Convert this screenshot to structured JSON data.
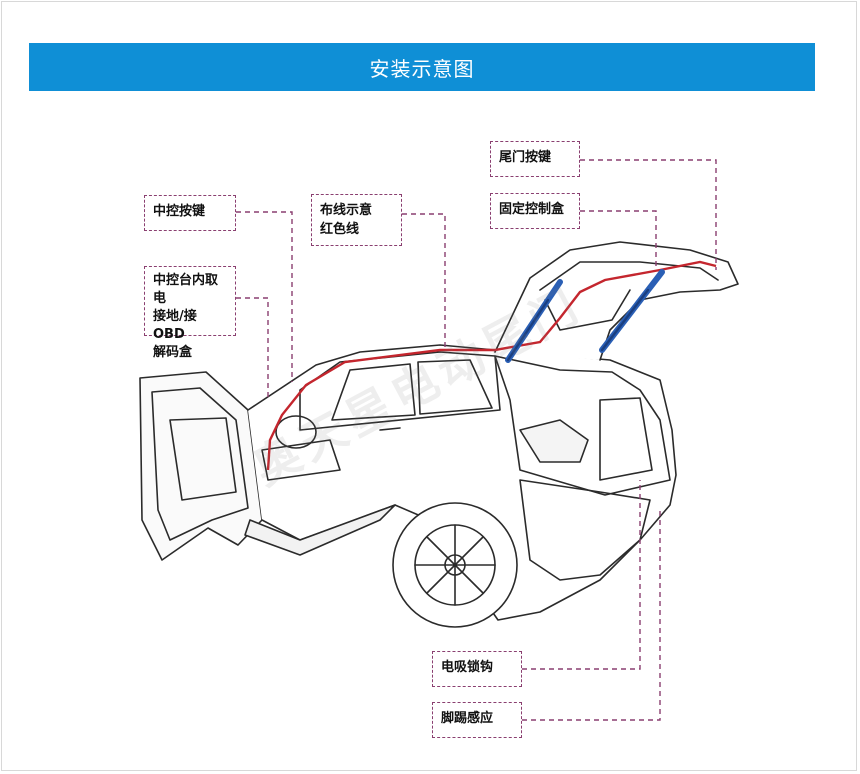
{
  "header": {
    "title": "安装示意图"
  },
  "labels": {
    "center_button": "中控按键",
    "obd": "中控台内取电\n接地/接OBD\n解码盒",
    "wiring": "布线示意\n红色线",
    "tail_button": "尾门按键",
    "control_box": "固定控制盒",
    "latch": "电吸锁钩",
    "kick_sensor": "脚踢感应"
  },
  "watermark": "奥天星电动尾门",
  "colors": {
    "title_bar": "#0f8fd6",
    "leader_line": "#8a3f70",
    "wire": "#c4262e",
    "strut": "#2a5fb5"
  }
}
